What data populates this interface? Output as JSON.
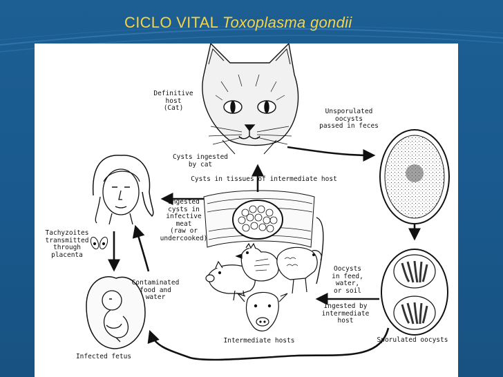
{
  "title": {
    "prefix": "CICLO VITAL",
    "organism": "Toxoplasma gondii"
  },
  "colors": {
    "background": "#1a5a8e",
    "title": "#f5d34a",
    "panel": "#ffffff"
  },
  "labels": {
    "definitive_host": "Definitive\nhost\n(Cat)",
    "unsporulated_oocysts": "Unsporulated\noocysts\npassed in feces",
    "cysts_ingested": "Cysts ingested\nby cat",
    "cysts_in_tissues": "Cysts in tissues of intermediate host",
    "ingested_cysts": "Ingested\ncysts in\ninfective\nmeat\n(raw or\nundercooked)",
    "tachyzoites": "Tachyzoites\ntransmitted\nthrough\nplacenta",
    "oocysts_in_feed": "Oocysts\nin feed,\nwater,\nor soil",
    "contaminated_food": "Contaminated\nfood and\nwater",
    "ingested_by_host": "Ingested by\nintermediate\nhost",
    "infected_fetus": "Infected fetus",
    "intermediate_hosts": "Intermediate hosts",
    "sporulated_oocysts": "Sporulated oocysts"
  },
  "icons": [
    "cat-icon",
    "human-woman-icon",
    "fetus-icon",
    "oocyst-icon",
    "sporulated-oocyst-icon",
    "tissue-cyst-icon",
    "pig-icon",
    "chicken-icon",
    "sheep-icon",
    "cow-icon",
    "tachyzoites-icon"
  ]
}
